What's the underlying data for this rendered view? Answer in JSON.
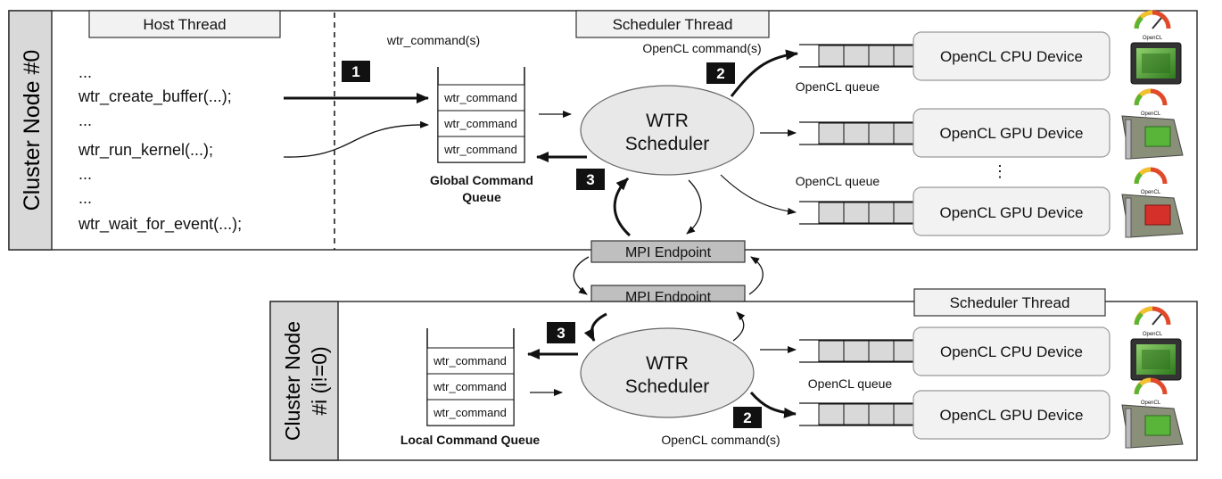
{
  "node0": {
    "title": "Cluster Node #0",
    "host_thread": "Host Thread",
    "scheduler_thread": "Scheduler Thread",
    "code_lines": [
      "...",
      "wtr_create_buffer(...);",
      "...",
      "wtr_run_kernel(...);",
      "...",
      "...",
      "wtr_wait_for_event(...);"
    ],
    "commands_label": "wtr_command(s)",
    "queue_items": [
      "wtr_command",
      "wtr_command",
      "wtr_command"
    ],
    "queue_label_lines": [
      "Global Command",
      "Queue"
    ],
    "scheduler_lines": [
      "WTR",
      "Scheduler"
    ],
    "opencl_commands_label": "OpenCL command(s)",
    "opencl_queue_labels": [
      "OpenCL queue",
      "OpenCL queue"
    ],
    "devices": [
      "OpenCL CPU Device",
      "OpenCL GPU Device",
      "OpenCL GPU Device"
    ],
    "vdots": "⋮",
    "badges": [
      "1",
      "2",
      "3"
    ]
  },
  "mpi": {
    "endpoint_top": "MPI Endpoint",
    "endpoint_bottom": "MPI Endpoint"
  },
  "nodei": {
    "title_lines": [
      "Cluster Node",
      "#i (i!=0)"
    ],
    "scheduler_thread": "Scheduler Thread",
    "queue_items": [
      "wtr_command",
      "wtr_command",
      "wtr_command"
    ],
    "queue_label": "Local Command Queue",
    "scheduler_lines": [
      "WTR",
      "Scheduler"
    ],
    "opencl_queue_label": "OpenCL queue",
    "opencl_commands_label": "OpenCL command(s)",
    "devices": [
      "OpenCL CPU Device",
      "OpenCL GPU Device"
    ],
    "badges": [
      "3",
      "2"
    ]
  },
  "icons": {
    "chip_label": "OpenCL",
    "cpu": "cpu-chip-icon",
    "gpu": "gpu-card-icon",
    "gauge": "performance-gauge-icon"
  },
  "colors": {
    "frame_gray": "#d9d9d9",
    "endpoint_gray": "#bfbfbf",
    "ellipse_fill": "#e8e8e8",
    "device_fill": "#f2f2f2",
    "queue_cell": "#d9d9d9",
    "badge": "#111111"
  }
}
